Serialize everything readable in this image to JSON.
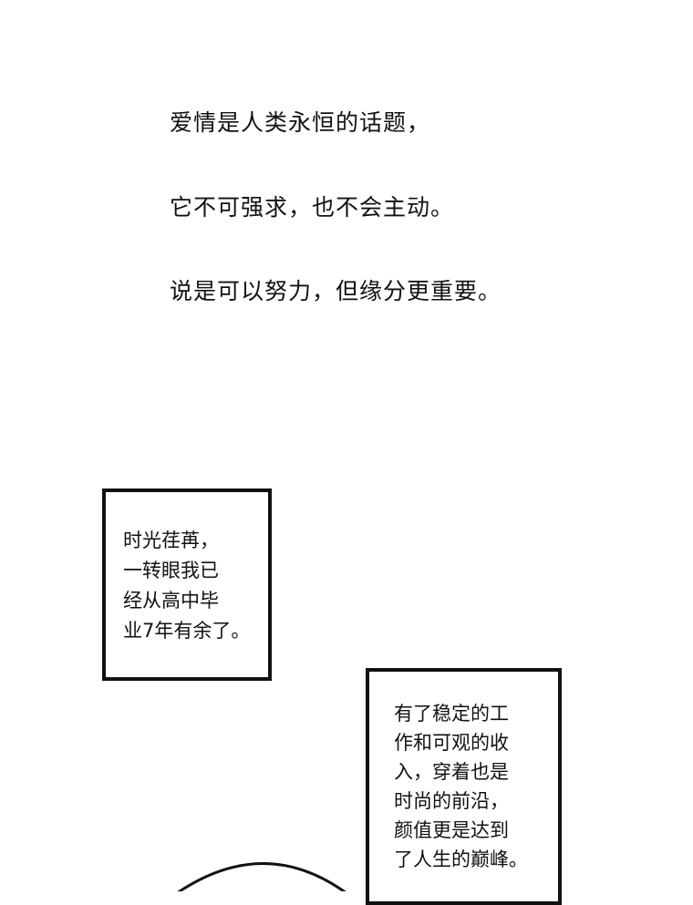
{
  "intro": {
    "lines": [
      "爱情是人类永恒的话题，",
      "它不可强求，也不会主动。",
      "说是可以努力，但缘分更重要。"
    ]
  },
  "caption_box_1": {
    "lines": [
      "时光荏苒，",
      "一转眼我已",
      "经从高中毕",
      "业7年有余了。"
    ]
  },
  "caption_box_2": {
    "lines": [
      "有了稳定的工",
      "作和可观的收",
      "入，穿着也是",
      "时尚的前沿，",
      "颜值更是达到",
      "了人生的巅峰。"
    ]
  }
}
